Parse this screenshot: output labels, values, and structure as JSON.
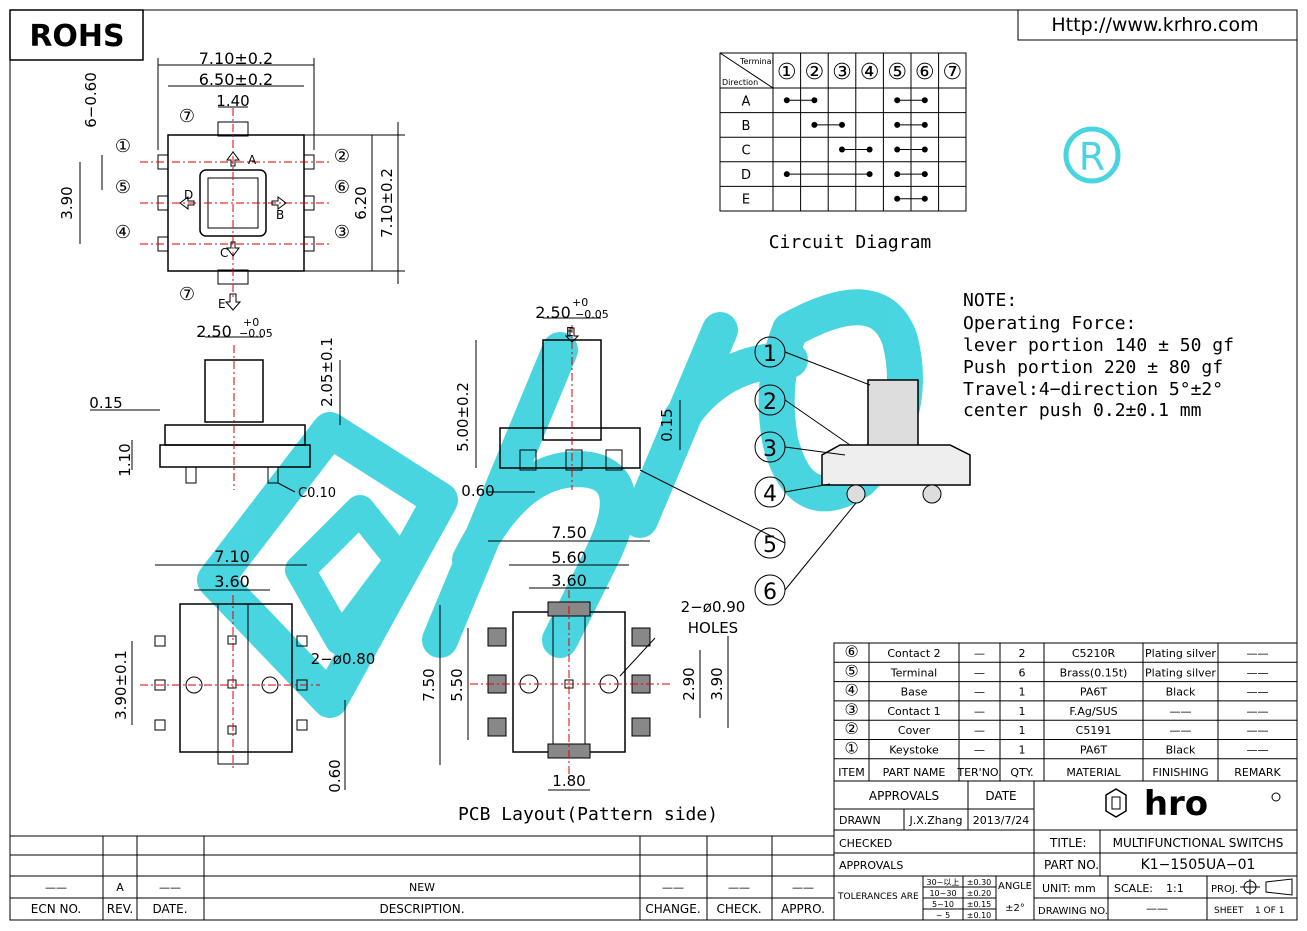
{
  "header": {
    "rohs": "ROHS",
    "website": "Http://www.krhro.com"
  },
  "top_view": {
    "dim_width_outer": "7.10±0.2",
    "dim_width_inner": "6.50±0.2",
    "dim_center": "1.40",
    "dim_left_top": "6−0.60",
    "dim_left_mid": "3.90",
    "dim_right_inner": "6.20",
    "dim_right_outer": "7.10±0.2",
    "dir_a": "A",
    "dir_b": "B",
    "dir_c": "C",
    "dir_d": "D",
    "dir_e": "E",
    "pins": [
      "①",
      "②",
      "③",
      "④",
      "⑤",
      "⑥",
      "⑦",
      "⑦"
    ]
  },
  "side_view_1": {
    "dim_top": "2.50",
    "tol_plus": "+0",
    "tol_minus": "−0.05",
    "dim_right": "2.05±0.1",
    "dim_left_a": "0.15",
    "dim_left_b": "1.10",
    "dim_chamfer": "C0.10"
  },
  "side_view_2": {
    "dim_top": "2.50",
    "tol_plus": "+0",
    "tol_minus": "−0.05",
    "dir_e": "E",
    "dim_left": "5.00±0.2",
    "dim_right": "0.15",
    "dim_bottom": "0.60"
  },
  "bottom_view": {
    "dim_top_a": "7.10",
    "dim_top_b": "3.60",
    "dim_holes": "2−ø0.80",
    "dim_left": "3.90±0.1",
    "dim_bottom": "0.60"
  },
  "pcb_layout": {
    "dim_a": "7.50",
    "dim_b": "5.60",
    "dim_c": "3.60",
    "holes_line1": "2−ø0.90",
    "holes_line2": "HOLES",
    "dim_left_a": "7.50",
    "dim_left_b": "5.50",
    "dim_right_a": "2.90",
    "dim_right_b": "3.90",
    "dim_bottom": "1.80",
    "caption": "PCB Layout(Pattern side)"
  },
  "circuit": {
    "corner_terminal": "Terminal",
    "corner_direction": "Direction",
    "terminals": [
      "①",
      "②",
      "③",
      "④",
      "⑤",
      "⑥",
      "⑦"
    ],
    "rows": [
      {
        "dir": "A",
        "links": [
          [
            1,
            2
          ],
          [
            5,
            6
          ]
        ]
      },
      {
        "dir": "B",
        "links": [
          [
            2,
            3
          ],
          [
            5,
            6
          ]
        ]
      },
      {
        "dir": "C",
        "links": [
          [
            3,
            4
          ],
          [
            5,
            6
          ]
        ]
      },
      {
        "dir": "D",
        "links": [
          [
            1,
            4
          ],
          [
            5,
            6
          ]
        ]
      },
      {
        "dir": "E",
        "links": [
          [
            5,
            6
          ]
        ]
      }
    ],
    "caption": "Circuit Diagram"
  },
  "note": {
    "lines": [
      "NOTE:",
      "Operating Force:",
      "lever portion 140 ± 50 gf",
      "Push portion 220 ± 80 gf",
      "Travel:4−direction 5°±2°",
      "center push 0.2±0.1 mm"
    ]
  },
  "callouts": [
    "1",
    "2",
    "3",
    "4",
    "5",
    "6"
  ],
  "bom": {
    "rows": [
      {
        "no": "⑥",
        "name": "Contact 2",
        "ter": "—",
        "qty": "2",
        "material": "C5210R",
        "finishing": "Plating silver",
        "remark": "——"
      },
      {
        "no": "⑤",
        "name": "Terminal",
        "ter": "—",
        "qty": "6",
        "material": "Brass(0.15t)",
        "finishing": "Plating silver",
        "remark": "——"
      },
      {
        "no": "④",
        "name": "Base",
        "ter": "—",
        "qty": "1",
        "material": "PA6T",
        "finishing": "Black",
        "remark": "——"
      },
      {
        "no": "③",
        "name": "Contact 1",
        "ter": "—",
        "qty": "1",
        "material": "F.Ag/SUS",
        "finishing": "——",
        "remark": "——"
      },
      {
        "no": "②",
        "name": "Cover",
        "ter": "—",
        "qty": "1",
        "material": "C5191",
        "finishing": "——",
        "remark": "——"
      },
      {
        "no": "①",
        "name": "Keystoke",
        "ter": "—",
        "qty": "1",
        "material": "PA6T",
        "finishing": "Black",
        "remark": "——"
      }
    ],
    "headers": {
      "item": "ITEM",
      "part_name": "PART NAME",
      "ter_no": "TER'NO.",
      "qty": "QTY.",
      "material": "MATERIAL",
      "finishing": "FINISHING",
      "remark": "REMARK"
    }
  },
  "title_block": {
    "approvals": "APPROVALS",
    "date_label": "DATE",
    "drawn_label": "DRAWN",
    "drawn_by": "J.X.Zhang",
    "drawn_date": "2013/7/24",
    "checked_label": "CHECKED",
    "approvals_label": "APPROVALS",
    "title_label": "TITLE:",
    "title_value": "MULTIFUNCTIONAL SWITCHS",
    "part_label": "PART NO.",
    "part_value": "K1−1505UA−01",
    "tolerances_label": "TOLERANCES ARE",
    "tol_ranges": [
      "30~以上",
      "10~30",
      "5~10",
      "~ 5"
    ],
    "tol_values": [
      "±0.30",
      "±0.20",
      "±0.15",
      "±0.10"
    ],
    "angle_label": "ANGLE",
    "angle_value": "±2°",
    "unit_label": "UNIT: mm",
    "scale_label": "SCALE:",
    "scale_value": "1:1",
    "proj_label": "PROJ.",
    "drawing_label": "DRAWING NO.",
    "drawing_value": "——",
    "sheet_label": "SHEET",
    "sheet_value": "1 OF 1",
    "logo_text": "hro"
  },
  "revision": {
    "headers": {
      "ecn": "ECN NO.",
      "rev": "REV.",
      "date": "DATE.",
      "desc": "DESCRIPTION.",
      "change": "CHANGE.",
      "check": "CHECK.",
      "appro": "APPRO."
    },
    "row": {
      "ecn": "——",
      "rev": "A",
      "date": "——",
      "desc": "NEW",
      "change": "——",
      "check": "——",
      "appro": "——"
    }
  },
  "watermark": {
    "text": "hro",
    "color": "#3fd3df"
  },
  "colors": {
    "line": "#000000",
    "center": "#e00000",
    "watermark": "#3fd3df"
  }
}
